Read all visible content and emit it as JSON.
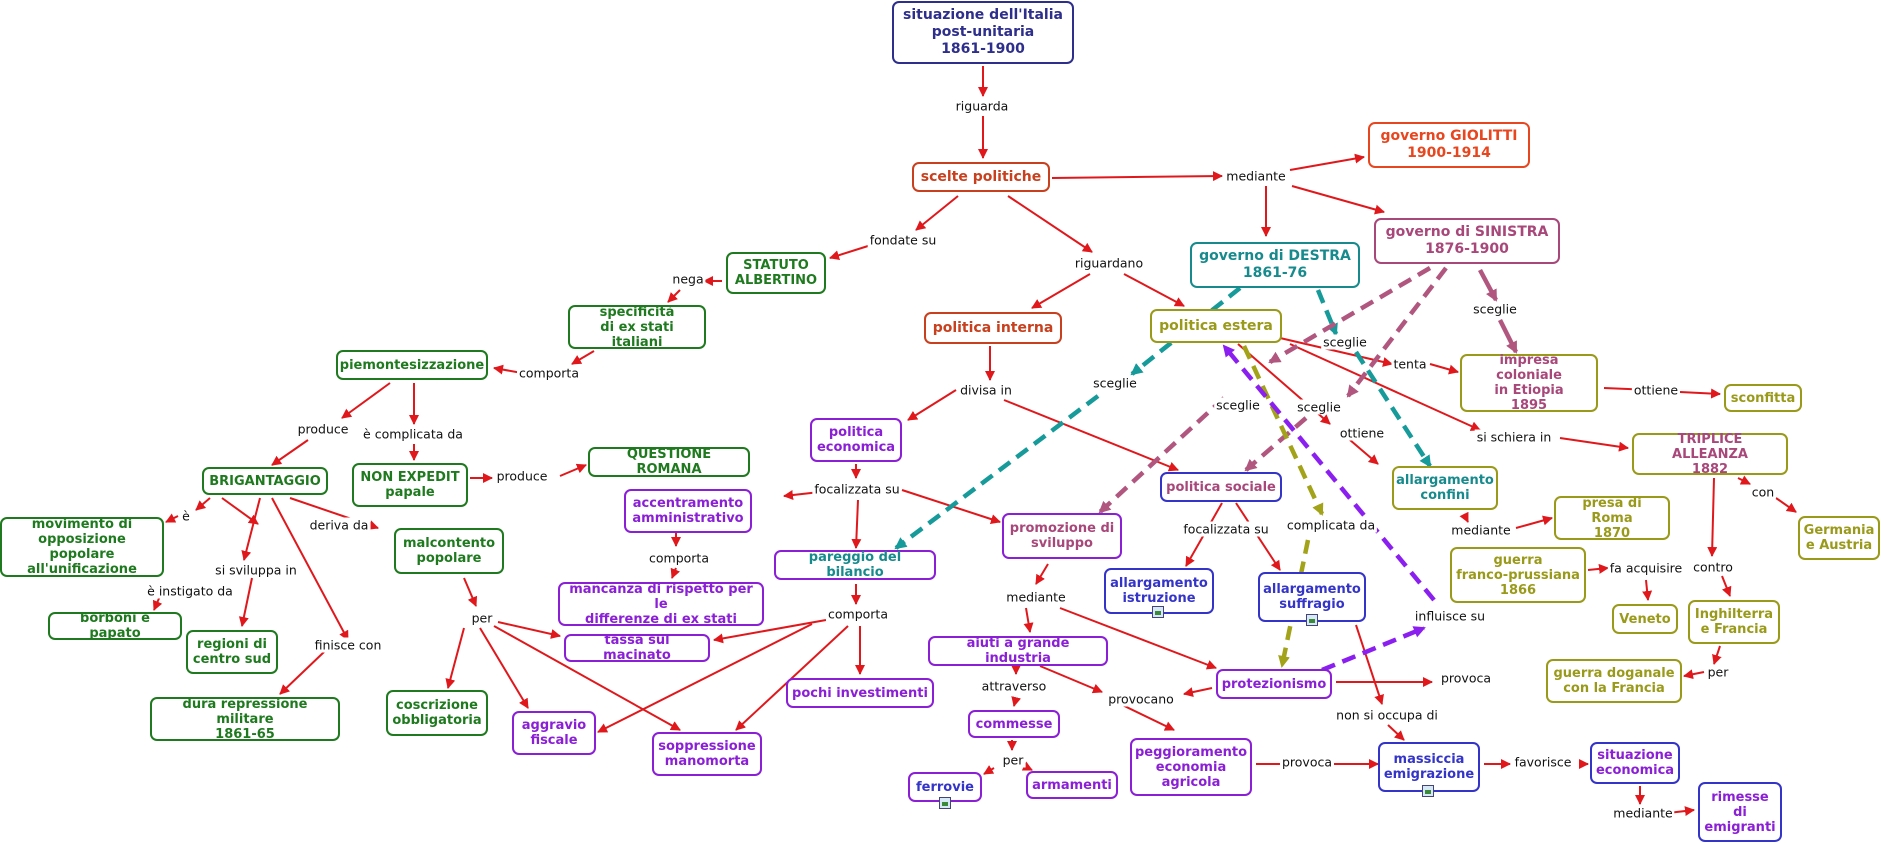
{
  "colors": {
    "title": "#2e2e8c",
    "orange": "#c8401e",
    "green": "#1f7a1f",
    "purple": "#8a1fd6",
    "teal": "#168a8c",
    "olive": "#9a9a1a",
    "mauve": "#a8477a",
    "blue": "#3434c8",
    "arrow": "#e0181c",
    "giolitti": "#e8461e"
  },
  "nodes": {
    "n_titolo": "situazione dell'Italia\npost-unitaria\n1861-1900",
    "n_scelte": "scelte politiche",
    "n_giolitti": "governo GIOLITTI\n1900-1914",
    "n_sinistra": "governo di SINISTRA\n1876-1900",
    "n_destra": "governo di DESTRA\n1861-76",
    "n_statuto": "STATUTO\nALBERTINO",
    "n_specificita": "specificità\ndi ex stati italiani",
    "n_piemont": "piemontesizzazione",
    "n_brig": "BRIGANTAGGIO",
    "n_nonexp": "NON EXPEDIT\npapale",
    "n_questione": "QUESTIONE ROMANA",
    "n_movimento": "movimento di\nopposizione popolare\nall'unificazione",
    "n_borboni": "borboni e papato",
    "n_regioni": "regioni di\ncentro sud",
    "n_repressione": "dura repressione militare\n1861-65",
    "n_malcontento": "malcontento\npopolare",
    "n_coscrizione": "coscrizione\nobbligatoria",
    "n_aggravio": "aggravio\nfiscale",
    "n_soppressione": "soppressione\nmanomorta",
    "n_tassa": "tassa sul macinato",
    "n_pinterna": "politica interna",
    "n_pestera": "politica estera",
    "n_peconomica": "politica\neconomica",
    "n_accentramento": "accentramento\namministrativo",
    "n_mancanza": "mancanza di rispetto per le\ndifferenze di ex stati",
    "n_pareggio": "pareggio del bilancio",
    "n_pochi": "pochi investimenti",
    "n_promozione": "promozione di\nsviluppo",
    "n_aiuti": "aiuti a grande industria",
    "n_commesse": "commesse",
    "n_ferrovie": "ferrovie",
    "n_armamenti": "armamenti",
    "n_peggioramento": "peggioramento\neconomia\nagricola",
    "n_protez": "protezionismo",
    "n_psociale": "politica sociale",
    "n_istruzione": "allargamento\nistruzione",
    "n_suffragio": "allargamento\nsuffragio",
    "n_emigrazione": "massiccia\nemigrazione",
    "n_situazione": "situazione\neconomica",
    "n_rimesse": "rimesse\ndi\nemigranti",
    "n_confini": "allargamento\nconfini",
    "n_impresa": "impresa coloniale\nin Etiopia\n1895",
    "n_sconfitta": "sconfitta",
    "n_triplice": "TRIPLICE ALLEANZA\n1882",
    "n_germania": "Germania\ne Austria",
    "n_inghilterra": "Inghilterra\ne Francia",
    "n_presa": "presa di Roma\n1870",
    "n_guerrafp": "guerra\nfranco-prussiana\n1866",
    "n_veneto": "Veneto",
    "n_doganale": "guerra doganale\ncon la Francia"
  },
  "labels": {
    "l_riguarda": "riguarda",
    "l_mediante_top": "mediante",
    "l_fondate": "fondate su",
    "l_riguardano": "riguardano",
    "l_nega": "nega",
    "l_comporta1": "comporta",
    "l_produce1": "produce",
    "l_complicata1": "è complicata da",
    "l_produce2": "produce",
    "l_e": "è",
    "l_svilupp": "si sviluppa in",
    "l_instigato": "è instigato da",
    "l_deriva": "deriva da",
    "l_finisce": "finisce con",
    "l_per1": "per",
    "l_divisa": "divisa in",
    "l_focalizzata1": "focalizzata su",
    "l_comporta2": "comporta",
    "l_comporta3": "comporta",
    "l_mediante2": "mediante",
    "l_attraverso": "attraverso",
    "l_per2": "per",
    "l_provocano": "provocano",
    "l_provoca1": "provoca",
    "l_focalizzata2": "focalizzata su",
    "l_complicata2": "complicata da",
    "l_nonsi": "non si occupa di",
    "l_favorisce": "favorisce",
    "l_mediante3": "mediante",
    "l_sceglie_d": "sceglie",
    "l_sceglie_e": "sceglie",
    "l_sceglie_s1": "sceglie",
    "l_sceglie_s2": "sceglie",
    "l_sceglie_s3": "sceglie",
    "l_tenta": "tenta",
    "l_ottiene1": "ottiene",
    "l_ottiene2": "ottiene",
    "l_schiera": "si schiera in",
    "l_con": "con",
    "l_contro": "contro",
    "l_per3": "per",
    "l_mediante4": "mediante",
    "l_faacq": "fa acquisire",
    "l_provoca2": "provoca",
    "l_influisce": "influisce su"
  }
}
